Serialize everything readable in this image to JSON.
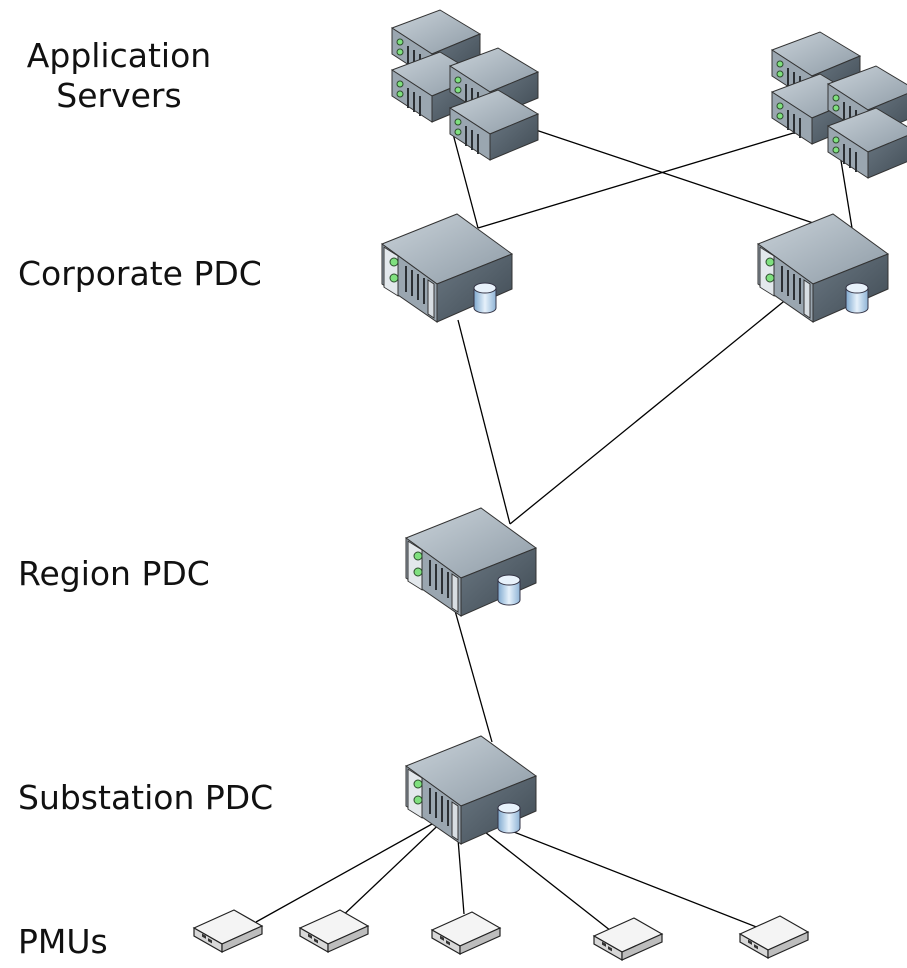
{
  "diagram": {
    "labels": {
      "application_line1": "Application",
      "application_line2": "Servers",
      "corporate": "Corporate PDC",
      "region": "Region PDC",
      "substation": "Substation PDC",
      "pmus": "PMUs"
    },
    "colors": {
      "server_body": "#7c8a96",
      "server_top": "#aeb9c2",
      "server_dark": "#4d5963",
      "server_front": "#e3e8ec",
      "led": "#7fe07f",
      "cylinder": "#bcd6ec",
      "line": "#000000"
    },
    "icons": {
      "server": "server-icon",
      "database": "database-cylinder-icon",
      "pmu": "pmu-device-icon"
    }
  }
}
